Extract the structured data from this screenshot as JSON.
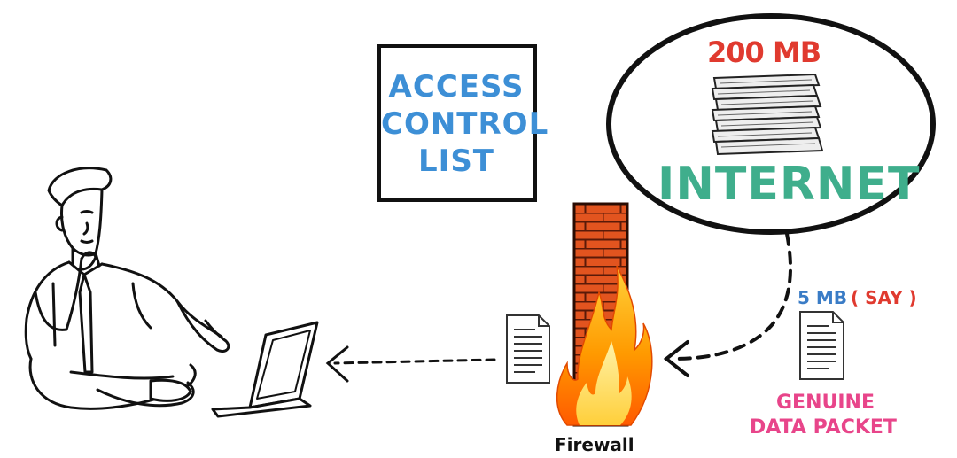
{
  "acl": {
    "lines": [
      "ACCESS",
      "CONTROL",
      "LIST"
    ]
  },
  "internet": {
    "size": "200 MB",
    "label": "INTERNET"
  },
  "packet": {
    "size": "5 MB",
    "note": "( SAY )",
    "caption_line1": "GENUINE",
    "caption_line2": "DATA PACKET"
  },
  "firewall": {
    "label": "Firewall"
  },
  "colors": {
    "acl_text": "#3d8fd6",
    "internet_text": "#3fae8c",
    "size_red": "#e03a2f",
    "packet_blue": "#3a7cc6",
    "packet_pink": "#e8458a",
    "brick": "#e2541f",
    "flame_outer": "#ff7b00",
    "flame_inner": "#ffd84a"
  }
}
